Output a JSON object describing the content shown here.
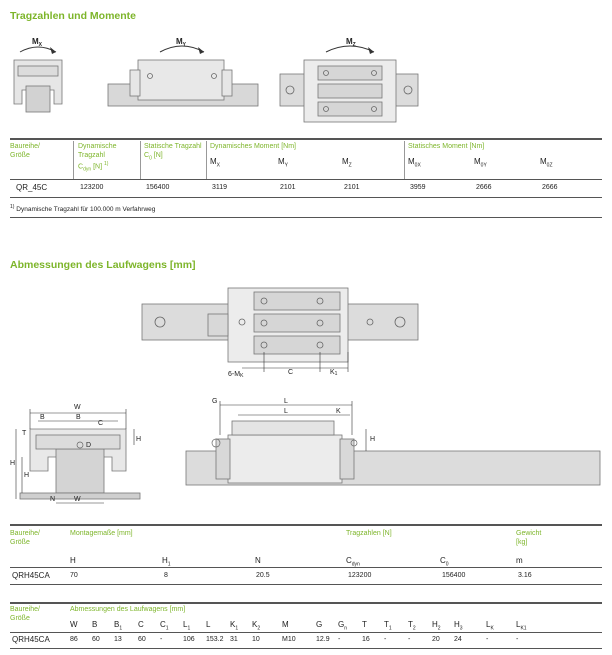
{
  "section1": {
    "title": "Tragzahlen und Momente",
    "fig_labels": [
      "M",
      "M",
      "M"
    ],
    "fig_subs": [
      "X",
      "Y",
      "Z"
    ]
  },
  "table1": {
    "col_baureihe": [
      "Baureihe/",
      "Größe"
    ],
    "col_dyn": [
      "Dynamische",
      "Tragzahl",
      "C"
    ],
    "col_dyn_sub": "dyn",
    "col_dyn_unit": " [N] ",
    "col_dyn_sup": "1)",
    "col_stat": [
      "Statische Tragzahl",
      "C"
    ],
    "col_stat_sub": "0",
    "col_stat_unit": " [N]",
    "col_dynmom": "Dynamisches Moment [Nm]",
    "col_statmom": "Statisches Moment [Nm]",
    "sym_dyn": [
      {
        "b": "M",
        "s": "X"
      },
      {
        "b": "M",
        "s": "Y"
      },
      {
        "b": "M",
        "s": "Z"
      }
    ],
    "sym_stat": [
      {
        "b": "M",
        "s": "0X"
      },
      {
        "b": "M",
        "s": "0Y"
      },
      {
        "b": "M",
        "s": "0Z"
      }
    ],
    "row": [
      "QR_45C",
      "123200",
      "156400",
      "3119",
      "2101",
      "2101",
      "3959",
      "2666",
      "2666"
    ],
    "footnote_sup": "1)",
    "footnote": "Dynamische Tragzahl für 100.000 m Verfahrweg"
  },
  "section2": {
    "title": "Abmessungen des Laufwagens [mm]",
    "top_labels": [
      "6-M",
      "C",
      "K"
    ],
    "top_subs": [
      "K",
      "",
      "1"
    ],
    "front_labels": [
      "W",
      "B",
      "B",
      "C",
      "D",
      "T",
      "H",
      "H",
      "H",
      "N",
      "W"
    ],
    "side_labels": [
      "G",
      "L",
      "L",
      "K",
      "H"
    ]
  },
  "table2": {
    "col_baureihe": [
      "Baureihe/",
      "Größe"
    ],
    "col_montage": "Montagemaße [mm]",
    "col_trag": "Tragzahlen [N]",
    "col_gewicht": [
      "Gewicht",
      "[kg]"
    ],
    "syms": [
      {
        "b": "H",
        "s": ""
      },
      {
        "b": "H",
        "s": "1"
      },
      {
        "b": "N",
        "s": ""
      },
      {
        "b": "C",
        "s": "dyn"
      },
      {
        "b": "C",
        "s": "0"
      },
      {
        "b": "m",
        "s": ""
      }
    ],
    "row": [
      "QRH45CA",
      "70",
      "8",
      "20.5",
      "123200",
      "156400",
      "3.16"
    ]
  },
  "table3": {
    "col_baureihe": [
      "Baureihe/",
      "Größe"
    ],
    "col_abm": "Abmessungen des Laufwagens [mm]",
    "syms": [
      {
        "b": "W",
        "s": ""
      },
      {
        "b": "B",
        "s": ""
      },
      {
        "b": "B",
        "s": "1"
      },
      {
        "b": "C",
        "s": ""
      },
      {
        "b": "C",
        "s": "1"
      },
      {
        "b": "L",
        "s": "1"
      },
      {
        "b": "L",
        "s": ""
      },
      {
        "b": "K",
        "s": "1"
      },
      {
        "b": "K",
        "s": "2"
      },
      {
        "b": "M",
        "s": ""
      },
      {
        "b": "G",
        "s": ""
      },
      {
        "b": "G",
        "s": "n"
      },
      {
        "b": "T",
        "s": ""
      },
      {
        "b": "T",
        "s": "1"
      },
      {
        "b": "T",
        "s": "2"
      },
      {
        "b": "H",
        "s": "2"
      },
      {
        "b": "H",
        "s": "3"
      },
      {
        "b": "L",
        "s": "K"
      },
      {
        "b": "L",
        "s": "K1"
      }
    ],
    "row": [
      "QRH45CA",
      "86",
      "60",
      "13",
      "60",
      "-",
      "106",
      "153.2",
      "31",
      "10",
      "M10",
      "12.9",
      "-",
      "16",
      "-",
      "-",
      "20",
      "24",
      "-",
      "-"
    ]
  }
}
